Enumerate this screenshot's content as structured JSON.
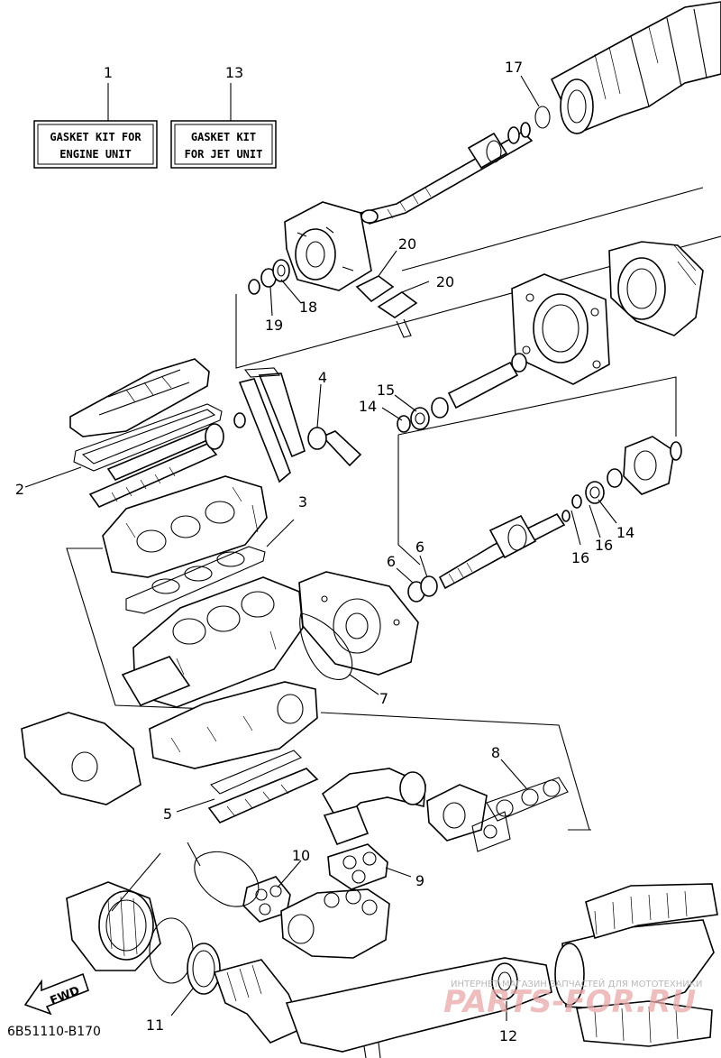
{
  "kits": [
    {
      "callout": "1",
      "line1": "GASKET KIT FOR",
      "line2": "ENGINE UNIT"
    },
    {
      "callout": "13",
      "line1": "GASKET KIT",
      "line2": "FOR JET UNIT"
    }
  ],
  "callouts": {
    "c2": "2",
    "c3": "3",
    "c4": "4",
    "c5": "5",
    "c6a": "6",
    "c6b": "6",
    "c7": "7",
    "c8": "8",
    "c9": "9",
    "c10": "10",
    "c11": "11",
    "c12": "12",
    "c14a": "14",
    "c14b": "14",
    "c15": "15",
    "c16a": "16",
    "c16b": "16",
    "c17": "17",
    "c18": "18",
    "c19": "19",
    "c20a": "20",
    "c20b": "20"
  },
  "direction_label": "FWD",
  "diagram_ref": "6B51110-B170",
  "watermark": {
    "line1": "ИНТЕРНЕТ-МАГАЗИН ЗАПЧАСТЕЙ ДЛЯ МОТОТЕХНИКИ",
    "line2": "PARTS-FOR.RU"
  },
  "colors": {
    "ink": "#000000",
    "watermark_text": "#b9b9b9",
    "watermark_logo": "#e9a9a9"
  }
}
